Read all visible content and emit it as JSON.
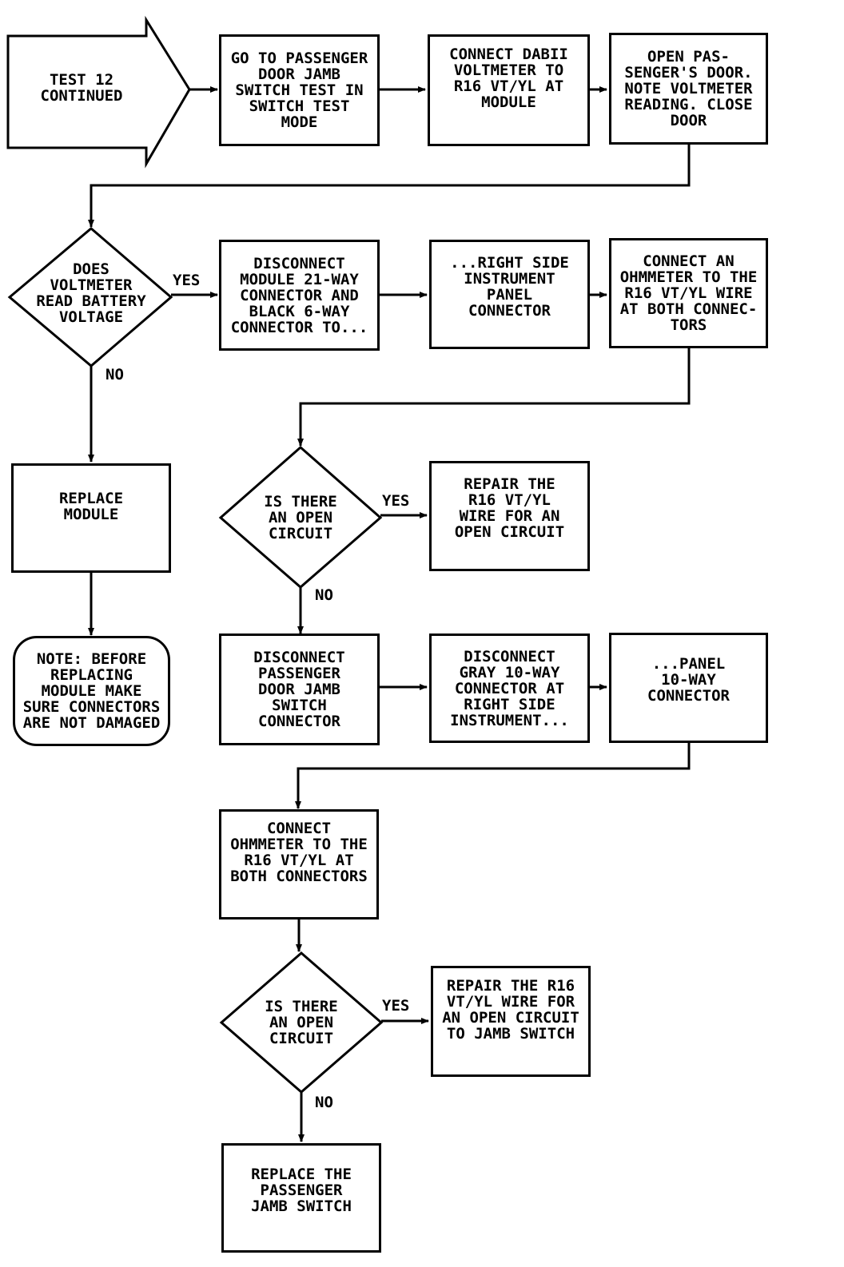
{
  "start": "TEST 12\nCONTINUED",
  "steps": {
    "go_to_jamb_test": "GO TO PASSENGER\nDOOR JAMB\nSWITCH TEST IN\nSWITCH TEST\nMODE",
    "connect_voltmeter": "CONNECT DABII\nVOLTMETER TO\nR16 VT/YL AT\nMODULE",
    "open_door": "OPEN PAS-\nSENGER'S DOOR.\nNOTE VOLTMETER\nREADING. CLOSE\nDOOR",
    "disconnect_module": "DISCONNECT\nMODULE 21-WAY\nCONNECTOR AND\nBLACK 6-WAY\nCONNECTOR TO...",
    "right_side_panel": "...RIGHT SIDE\nINSTRUMENT\nPANEL\nCONNECTOR",
    "connect_ohmmeter_1": "CONNECT AN\nOHMMETER TO THE\nR16 VT/YL WIRE\nAT BOTH CONNEC-\nTORS",
    "replace_module": "REPLACE\nMODULE",
    "note": "NOTE: BEFORE\nREPLACING\nMODULE MAKE\nSURE CONNECTORS\nARE NOT DAMAGED",
    "repair_wire_1": "REPAIR THE\nR16 VT/YL\nWIRE FOR AN\nOPEN CIRCUIT",
    "disconnect_jamb": "DISCONNECT\nPASSENGER\nDOOR JAMB\nSWITCH\nCONNECTOR",
    "disconnect_gray": "DISCONNECT\nGRAY 10-WAY\nCONNECTOR AT\nRIGHT SIDE\nINSTRUMENT...",
    "panel_10way": "...PANEL\n10-WAY\nCONNECTOR",
    "connect_ohmmeter_2": "CONNECT\nOHMMETER TO THE\nR16 VT/YL AT\nBOTH CONNECTORS",
    "repair_wire_2": "REPAIR THE R16\nVT/YL WIRE FOR\nAN OPEN CIRCUIT\nTO JAMB SWITCH",
    "replace_switch": "REPLACE THE\nPASSENGER\nJAMB SWITCH"
  },
  "decisions": {
    "battery_voltage": "DOES\nVOLTMETER\nREAD BATTERY\nVOLTAGE",
    "open_circuit_1": "IS THERE\nAN OPEN\nCIRCUIT",
    "open_circuit_2": "IS THERE\nAN OPEN\nCIRCUIT"
  },
  "branch_labels": {
    "yes_1": "YES",
    "no_1": "NO",
    "yes_2": "YES",
    "no_2": "NO",
    "yes_3": "YES",
    "no_3": "NO"
  }
}
